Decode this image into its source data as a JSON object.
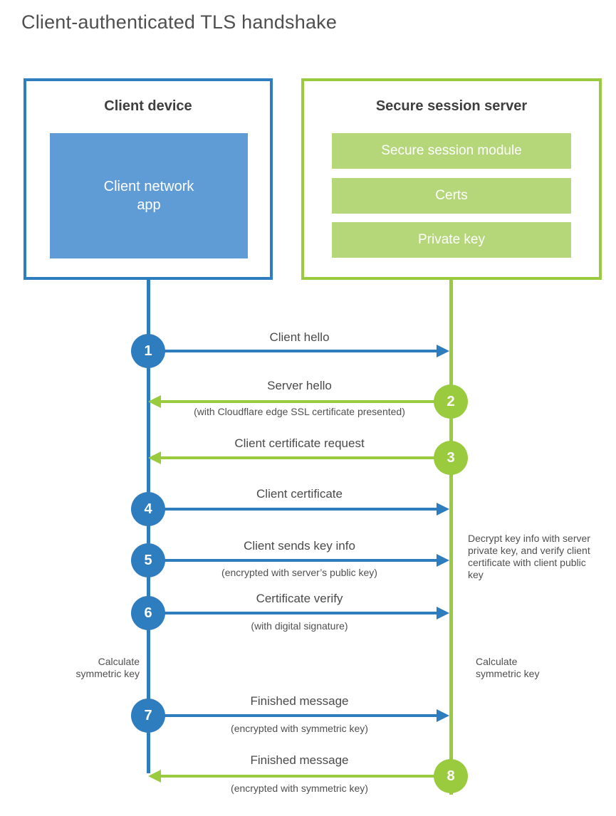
{
  "title": "Client-authenticated TLS handshake",
  "colors": {
    "blue": "#2e7dbf",
    "blue_fill": "#5f9cd5",
    "green": "#9aca3e",
    "green_fill": "#b5d77a"
  },
  "client": {
    "title": "Client device",
    "app_label": "Client network\napp"
  },
  "server": {
    "title": "Secure session server",
    "modules": [
      "Secure session module",
      "Certs",
      "Private key"
    ]
  },
  "messages": [
    {
      "number": "1",
      "label": "Client hello",
      "sublabel": "",
      "from": "client",
      "to": "server"
    },
    {
      "number": "2",
      "label": "Server hello",
      "sublabel": "(with Cloudflare edge SSL certificate presented)",
      "from": "server",
      "to": "client"
    },
    {
      "number": "3",
      "label": "Client certificate request",
      "sublabel": "",
      "from": "server",
      "to": "client"
    },
    {
      "number": "4",
      "label": "Client certificate",
      "sublabel": "",
      "from": "client",
      "to": "server"
    },
    {
      "number": "5",
      "label": "Client sends key info",
      "sublabel": "(encrypted with server’s public key)",
      "from": "client",
      "to": "server"
    },
    {
      "number": "6",
      "label": "Certificate verify",
      "sublabel": "(with digital signature)",
      "from": "client",
      "to": "server"
    },
    {
      "number": "7",
      "label": "Finished message",
      "sublabel": "(encrypted with symmetric key)",
      "from": "client",
      "to": "server"
    },
    {
      "number": "8",
      "label": "Finished message",
      "sublabel": "(encrypted with symmetric key)",
      "from": "server",
      "to": "client"
    }
  ],
  "notes": {
    "left_calculate": "Calculate\nsymmetric key",
    "right_decrypt": "Decrypt key info with server private key, and verify client certificate with client public key",
    "right_calculate": "Calculate\nsymmetric key"
  }
}
